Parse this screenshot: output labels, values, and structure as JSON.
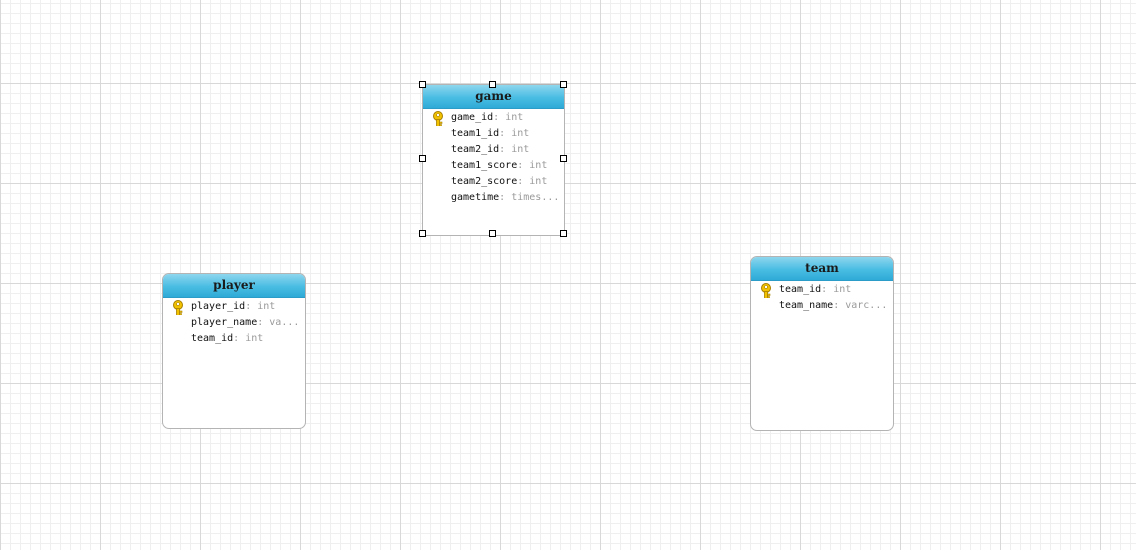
{
  "entities": {
    "game": {
      "title": "game",
      "fields": [
        {
          "name": "game_id",
          "type": ": int",
          "primary_key": true
        },
        {
          "name": "team1_id",
          "type": ": int",
          "primary_key": false
        },
        {
          "name": "team2_id",
          "type": ": int",
          "primary_key": false
        },
        {
          "name": "team1_score",
          "type": ": int",
          "primary_key": false
        },
        {
          "name": "team2_score",
          "type": ": int",
          "primary_key": false
        },
        {
          "name": "gametime",
          "type": ": times...",
          "primary_key": false
        }
      ]
    },
    "player": {
      "title": "player",
      "fields": [
        {
          "name": "player_id",
          "type": ": int",
          "primary_key": true
        },
        {
          "name": "player_name",
          "type": ": va...",
          "primary_key": false
        },
        {
          "name": "team_id",
          "type": ": int",
          "primary_key": false
        }
      ]
    },
    "team": {
      "title": "team",
      "fields": [
        {
          "name": "team_id",
          "type": ": int",
          "primary_key": true
        },
        {
          "name": "team_name",
          "type": ": varc...",
          "primary_key": false
        }
      ]
    }
  },
  "selected_entity": "game",
  "colors": {
    "header": "#49bde3",
    "key_icon": "#f2c200",
    "field_type": "#9a9a9a",
    "grid_major": "#d8d8d8",
    "grid_minor": "#efefef"
  }
}
